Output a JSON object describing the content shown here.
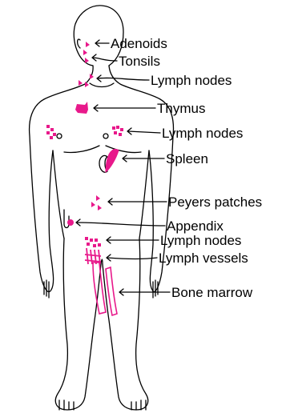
{
  "colors": {
    "organ": "#e8198b",
    "outline": "#000000",
    "background": "#ffffff"
  },
  "labels": {
    "adenoids": "Adenoids",
    "tonsils": "Tonsils",
    "lymph_nodes_neck": "Lymph nodes",
    "thymus": "Thymus",
    "lymph_nodes_armpit": "Lymph nodes",
    "spleen": "Spleen",
    "peyers_patches": "Peyers patches",
    "appendix": "Appendix",
    "lymph_nodes_groin": "Lymph nodes",
    "lymph_vessels": "Lymph vessels",
    "bone_marrow": "Bone marrow"
  }
}
